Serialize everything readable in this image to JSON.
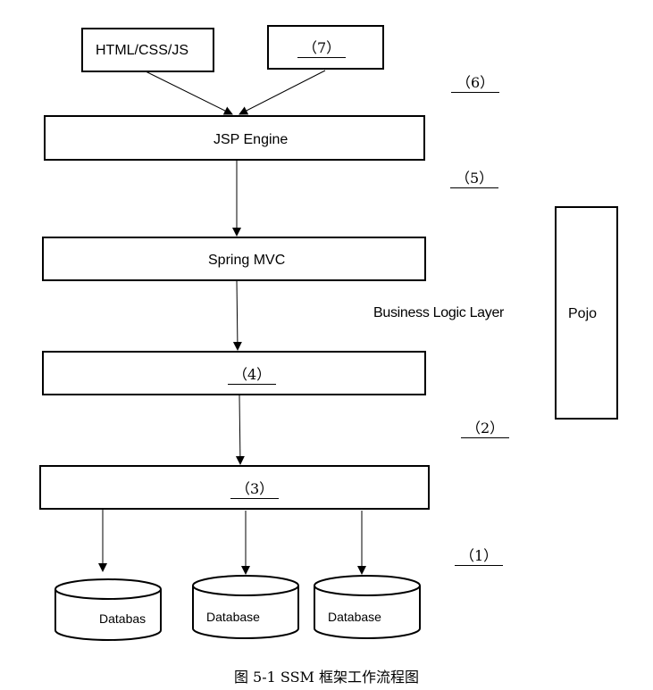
{
  "boxes": {
    "html_css_js": "HTML/CSS/JS",
    "seven": "（7）",
    "jsp_engine": "JSP Engine",
    "spring_mvc": "Spring MVC",
    "four": "（4）",
    "three": "（3）",
    "pojo": "Pojo"
  },
  "labels": {
    "six": "（6）",
    "five": "（5）",
    "business_logic": "Business Logic Layer",
    "two": "（2）",
    "one": "（1）"
  },
  "databases": [
    "Databas",
    "Database",
    "Database"
  ],
  "caption": "图 5-1 SSM 框架工作流程图"
}
